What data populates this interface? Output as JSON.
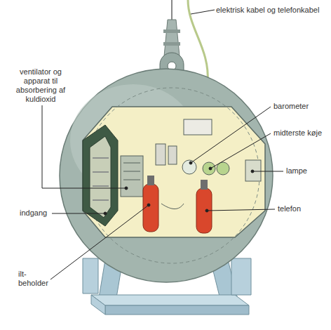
{
  "diagram": {
    "labels": [
      "elektrisk kabel og telefonkabel",
      "ventilator og apparat til absorbering af kuldioxid",
      "barometer",
      "midterste køje",
      "lampe",
      "telefon",
      "indgang",
      "ilt- beholder"
    ]
  }
}
